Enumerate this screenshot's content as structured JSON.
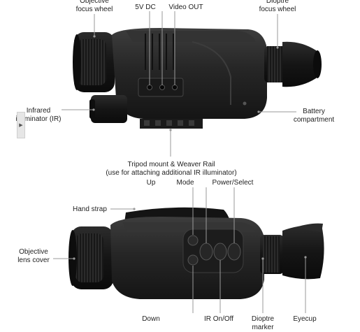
{
  "labels": {
    "objective_focus_wheel": [
      "Objective",
      "focus wheel"
    ],
    "five_v_dc": "5V DC",
    "video_out": "Video OUT",
    "dioptre_focus_wheel": [
      "Dioptre",
      "focus wheel"
    ],
    "infrared_illuminator": [
      "Infrared",
      "illuminator (IR)"
    ],
    "battery_compartment": [
      "Battery",
      "compartment"
    ],
    "tripod_mount": [
      "Tripod mount & Weaver Rail",
      "(use for attaching additional IR illuminator)"
    ],
    "up": "Up",
    "mode": "Mode",
    "power_select": "Power/Select",
    "hand_strap": "Hand strap",
    "objective_lens_cover": [
      "Objective",
      "lens cover"
    ],
    "down": "Down",
    "ir_on_off": "IR On/Off",
    "dioptre_marker": [
      "Dioptre",
      "marker"
    ],
    "eyecup": "Eyecup"
  },
  "icons": {
    "side_handle": "chevron-right-icon"
  },
  "colors": {
    "body": "#232323",
    "rubber": "#141414",
    "highlight": "#3a3a3a",
    "leader": "#9a9a9a",
    "text": "#222222"
  }
}
